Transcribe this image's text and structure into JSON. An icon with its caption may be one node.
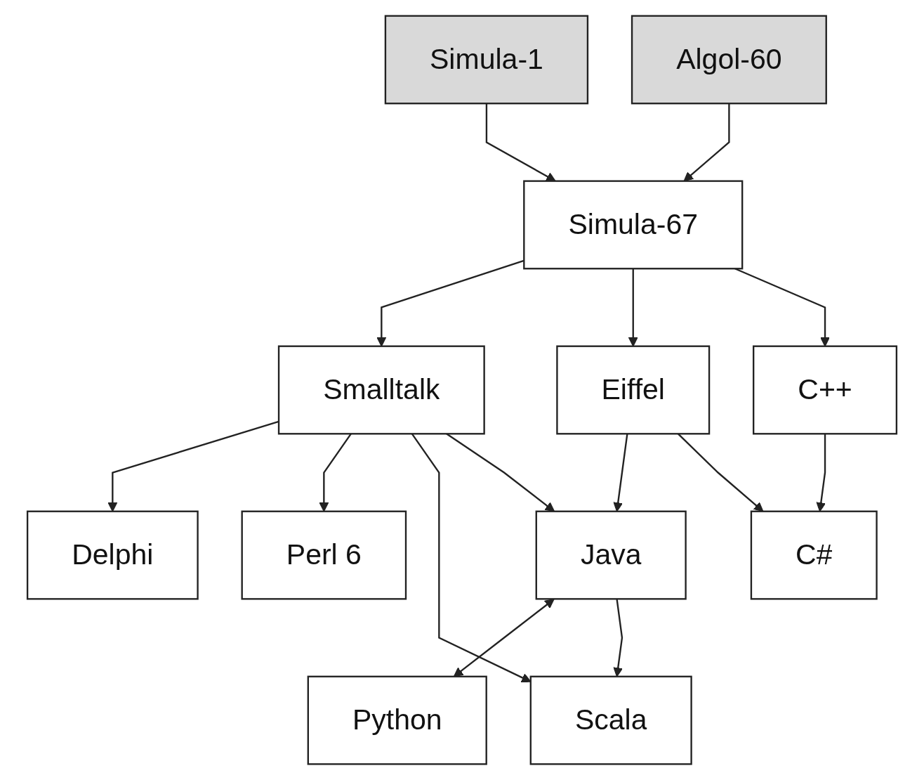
{
  "diagram": {
    "nodes": [
      {
        "text": [
          "Simula-1"
        ]
      },
      {
        "text": [
          "Algol-60"
        ]
      },
      {
        "text": [
          "Simula-67"
        ]
      },
      {
        "text": [
          "Smalltalk"
        ]
      },
      {
        "text": [
          "Eiffel"
        ]
      },
      {
        "text": [
          "C++"
        ]
      },
      {
        "text": [
          "Python"
        ]
      },
      {
        "text": [
          "Delphi"
        ]
      },
      {
        "text": [
          "Java"
        ]
      },
      {
        "text": [
          "Perl 6"
        ]
      },
      {
        "text": [
          "C#"
        ]
      },
      {
        "text": [
          "Scala"
        ]
      }
    ],
    "edges": [
      {
        "from": 0,
        "to": 2,
        "arrow": "to"
      },
      {
        "from": 1,
        "to": 2,
        "arrow": "to"
      },
      {
        "from": 2,
        "to": 3,
        "arrow": "to"
      },
      {
        "from": 2,
        "to": 4,
        "arrow": "to"
      },
      {
        "from": 2,
        "to": 5,
        "arrow": "to"
      },
      {
        "from": 3,
        "to": 7,
        "arrow": "to"
      },
      {
        "from": 3,
        "to": 9,
        "arrow": "to"
      },
      {
        "from": 3,
        "to": 11,
        "arrow": "to"
      },
      {
        "from": 3,
        "to": 8,
        "arrow": "to"
      },
      {
        "from": 4,
        "to": 8,
        "arrow": "to"
      },
      {
        "from": 4,
        "to": 10,
        "arrow": "to"
      },
      {
        "from": 5,
        "to": 10,
        "arrow": "to"
      },
      {
        "from": 8,
        "to": 6,
        "arrow": "both"
      },
      {
        "from": 8,
        "to": 11,
        "arrow": "to"
      }
    ]
  }
}
